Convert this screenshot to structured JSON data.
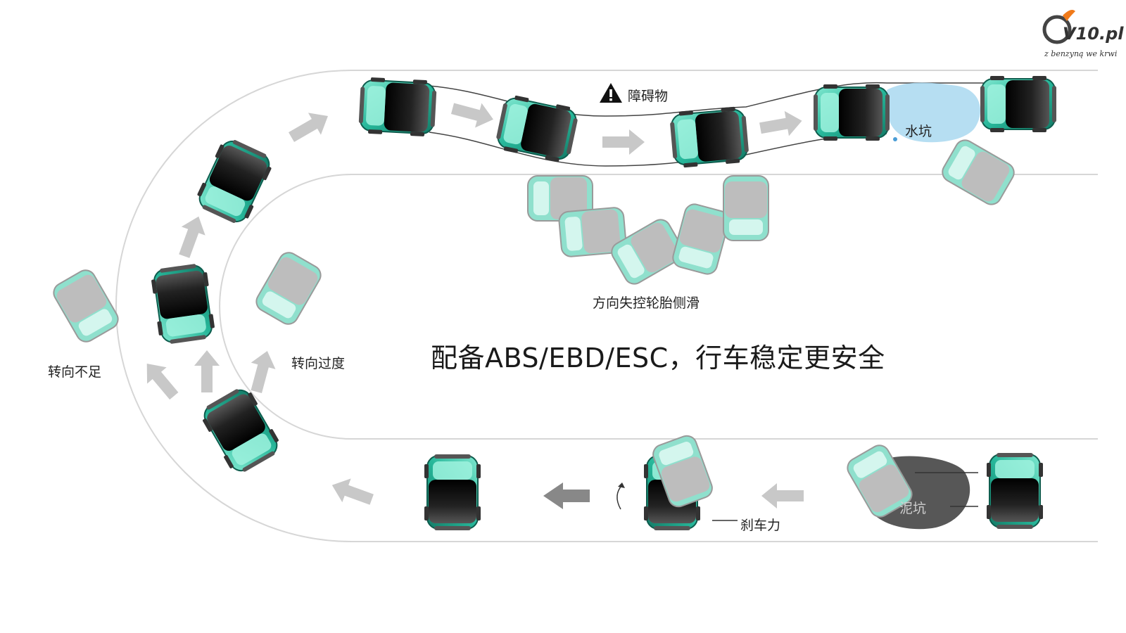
{
  "headline": "配备ABS/EBD/ESC，行车稳定更安全",
  "labels": {
    "obstacle": "障碍物",
    "water_pit": "水坑",
    "loss_of_control": "方向失控轮胎侧滑",
    "understeer": "转向不足",
    "oversteer": "转向过度",
    "braking_force": "刹车力",
    "mud_pit": "泥坑"
  },
  "logo": {
    "text": "V10.pl",
    "tagline": "z benzyną we krwi"
  },
  "colors": {
    "car_body": "#27b79a",
    "car_dark": "#1b8f78",
    "arrow": "#c8c8c8",
    "road_line": "#d6d6d6",
    "water": "#a9d8f0",
    "mud": "#3a3a3a"
  },
  "icons": {
    "warning": "warning-triangle-icon"
  }
}
